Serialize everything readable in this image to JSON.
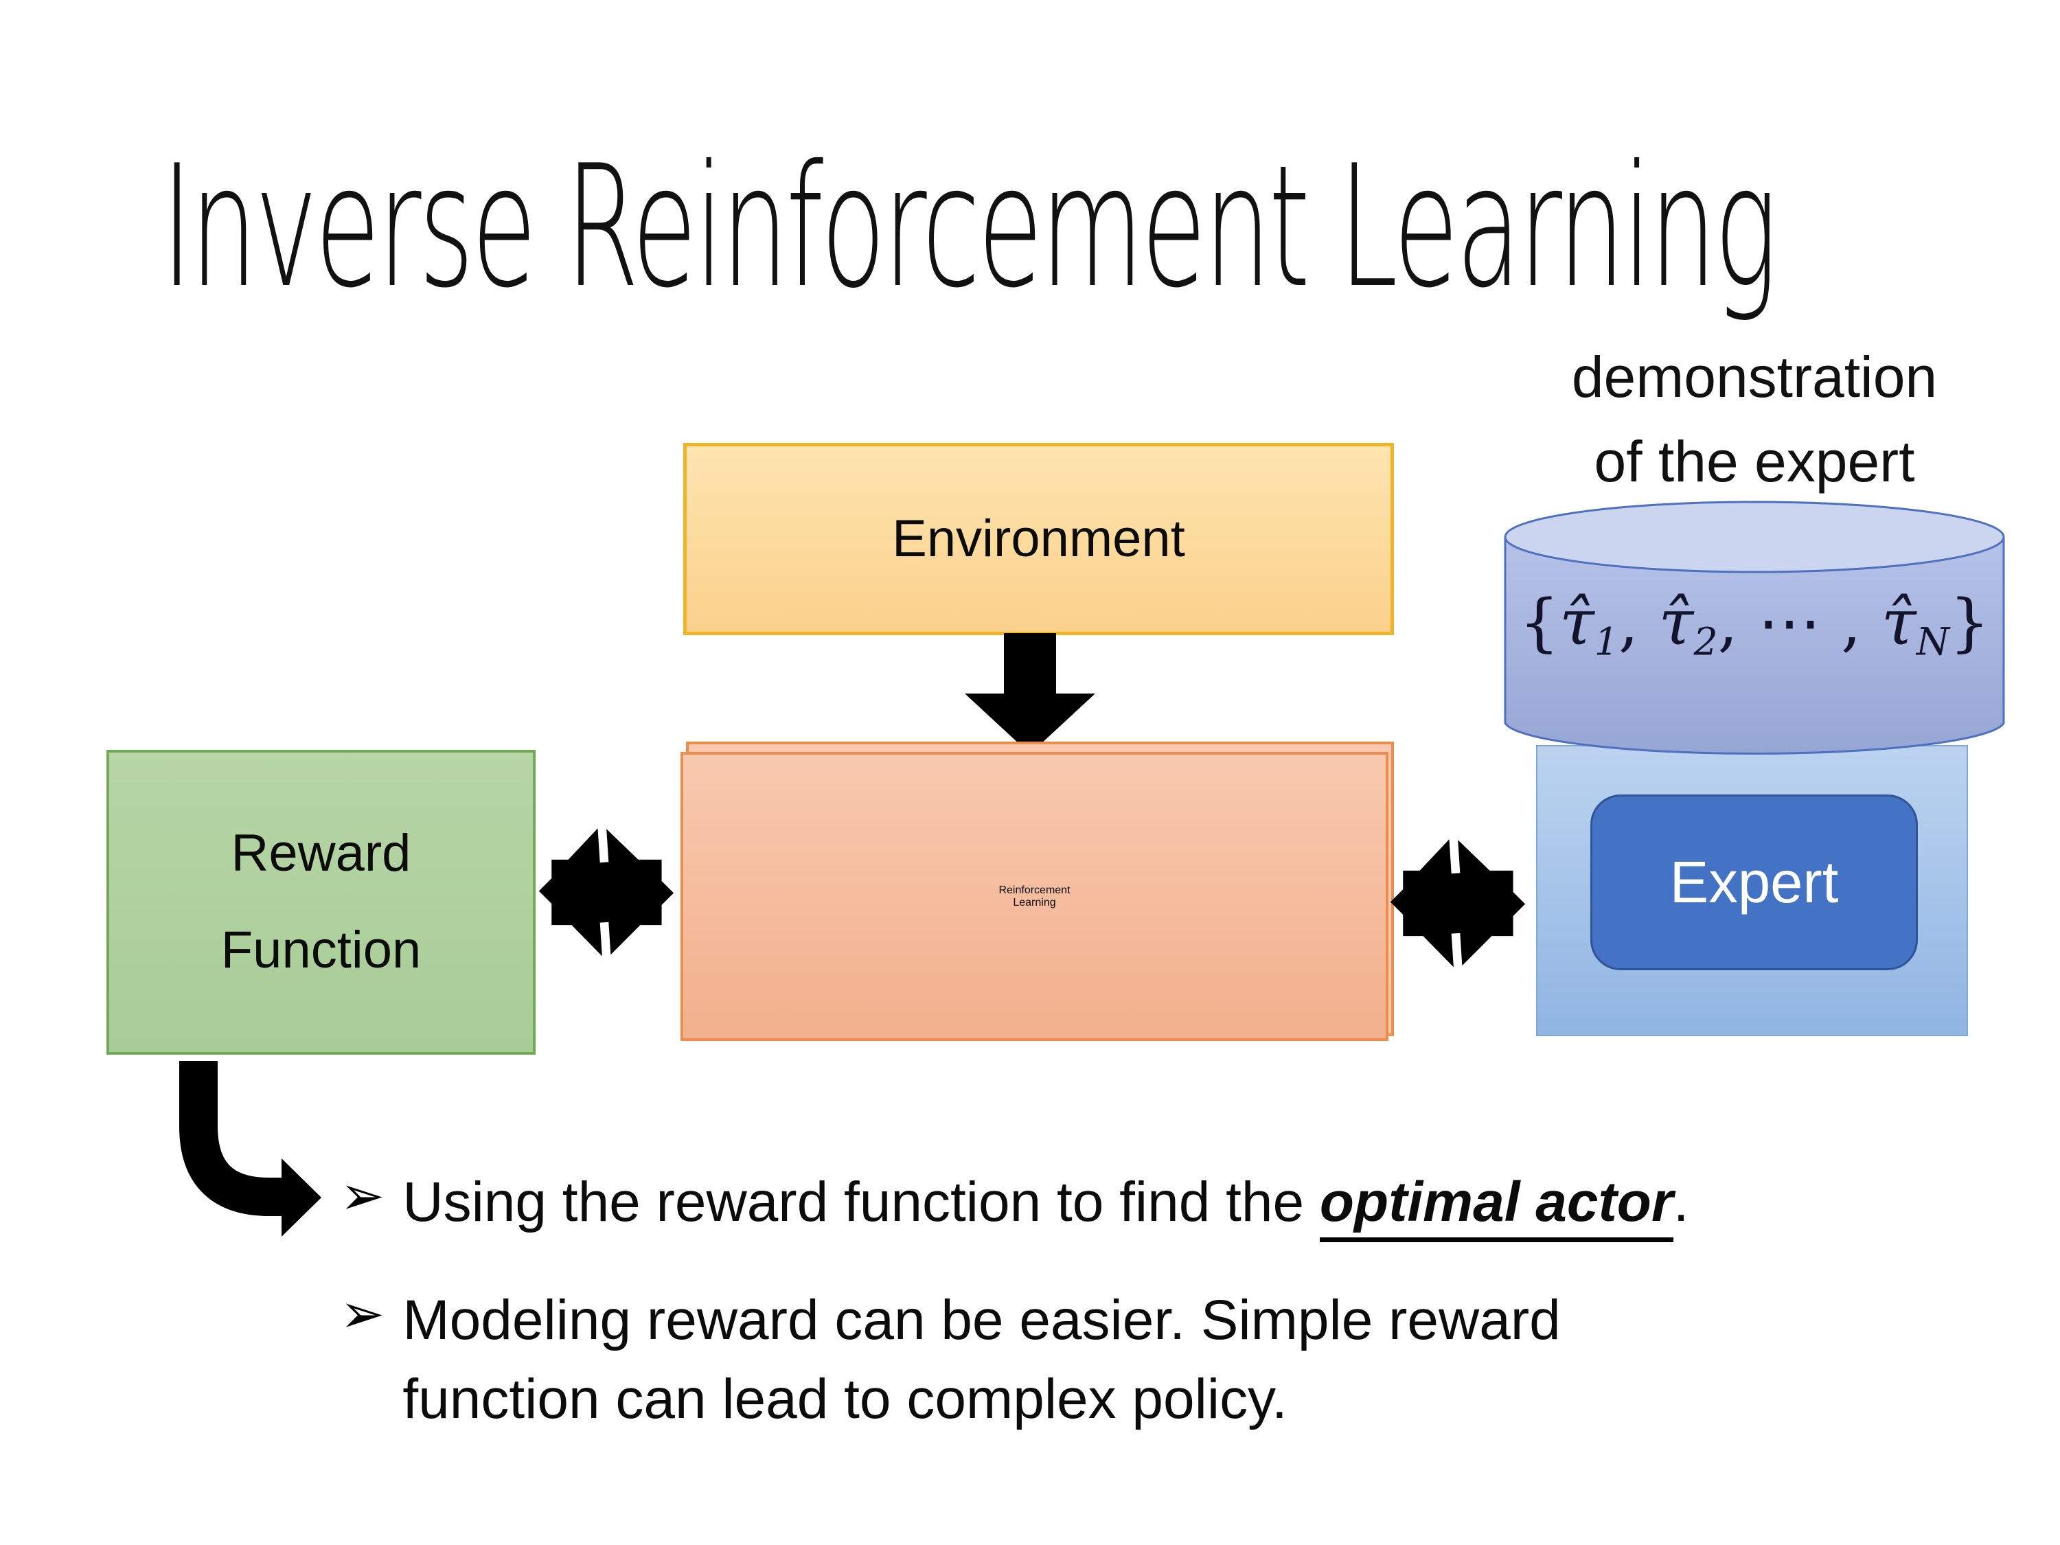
{
  "slide": {
    "title": "Inverse Reinforcement Learning"
  },
  "diagram": {
    "demo_label_line1": "demonstration",
    "demo_label_line2": "of the expert",
    "environment_label": "Environment",
    "reward_line1": "Reward",
    "reward_line2": "Function",
    "rl_line1": "Reinforcement",
    "rl_line2": "Learning",
    "expert_label": "Expert",
    "formula": {
      "open": "{",
      "tau1": "τ̂",
      "sub1": "1",
      "comma1": ", ",
      "tau2": "τ̂",
      "sub2": "2",
      "comma2": ", ⋯ , ",
      "tau3": "τ̂",
      "subN": "N",
      "close": "}"
    },
    "icons": {
      "down_arrow": "down-arrow",
      "left_double_arrow": "double-arrow",
      "right_double_arrow": "double-arrow",
      "elbow_arrow": "elbow-arrow"
    },
    "colors": {
      "environment_fill": "#FBD18C",
      "environment_border": "#F0B428",
      "reward_fill": "#AFD09E",
      "reward_border": "#73A857",
      "rl_fill": "#F5BB9D",
      "rl_border": "#EC8C4D",
      "expert_fill": "#4472C4",
      "expert_border": "#2F5597",
      "expert_container_fill": "#A9C6EA",
      "cylinder_fill": "#A6B2DD",
      "cylinder_top_fill": "#CBD5F0",
      "cylinder_border": "#4E70C0",
      "arrow_color": "#000000"
    }
  },
  "bullets": [
    {
      "marker": "➢",
      "text_before": "Using the reward function to find the ",
      "emphasis": "optimal actor",
      "text_after": "."
    },
    {
      "marker": "➢",
      "line1": "Modeling reward can be easier. Simple reward",
      "line2": "function can lead to complex policy."
    }
  ]
}
